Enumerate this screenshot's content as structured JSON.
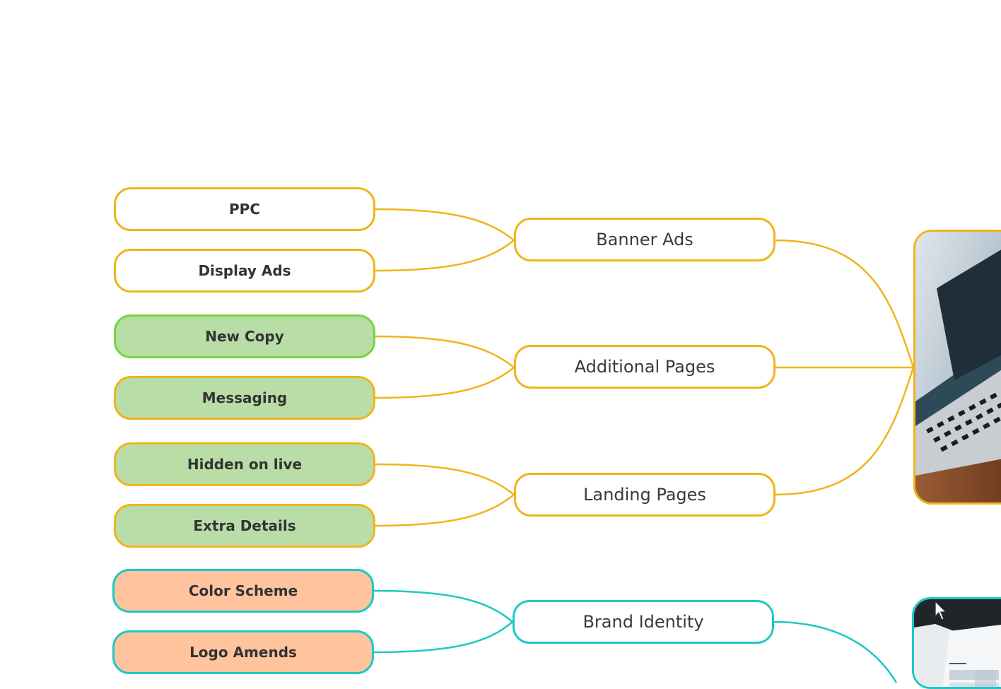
{
  "colors": {
    "yellow": "#f0b41c",
    "teal": "#1ec8c4",
    "green_border": "#77d442",
    "green_fill": "#b9dda6",
    "orange_fill": "#ffc49e"
  },
  "mindmap": {
    "banner_ads": {
      "label": "Banner Ads",
      "children": [
        "PPC",
        "Display Ads"
      ]
    },
    "additional_pages": {
      "label": "Additional Pages",
      "children": [
        "New Copy",
        "Messaging"
      ]
    },
    "landing_pages": {
      "label": "Landing Pages",
      "children": [
        "Hidden on live",
        "Extra Details"
      ]
    },
    "brand_identity": {
      "label": "Brand Identity",
      "children": [
        "Color Scheme",
        "Logo Amends"
      ]
    },
    "images": [
      "laptop-photo",
      "laptop-screen-photo"
    ]
  }
}
